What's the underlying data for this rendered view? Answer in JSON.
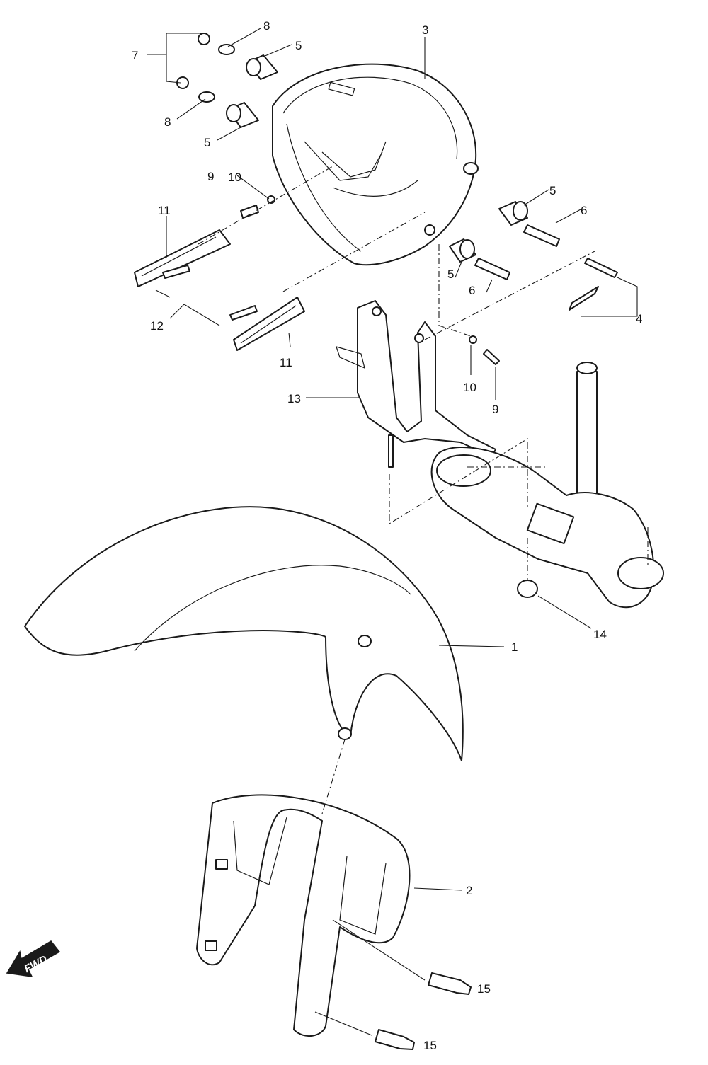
{
  "callouts": {
    "c1": "1",
    "c2": "2",
    "c3": "3",
    "c4": "4",
    "c5a": "5",
    "c5b": "5",
    "c5c": "5",
    "c5d": "5",
    "c6a": "6",
    "c6b": "6",
    "c7": "7",
    "c8a": "8",
    "c8b": "8",
    "c9a": "9",
    "c9b": "9",
    "c10a": "10",
    "c10b": "10",
    "c11a": "11",
    "c11b": "11",
    "c12": "12",
    "c13": "13",
    "c14": "14",
    "c15a": "15",
    "c15b": "15"
  },
  "fwd_label": "FWD",
  "colors": {
    "line": "#1a1a1a",
    "background": "#ffffff",
    "arrow": "#1a1a1a"
  }
}
